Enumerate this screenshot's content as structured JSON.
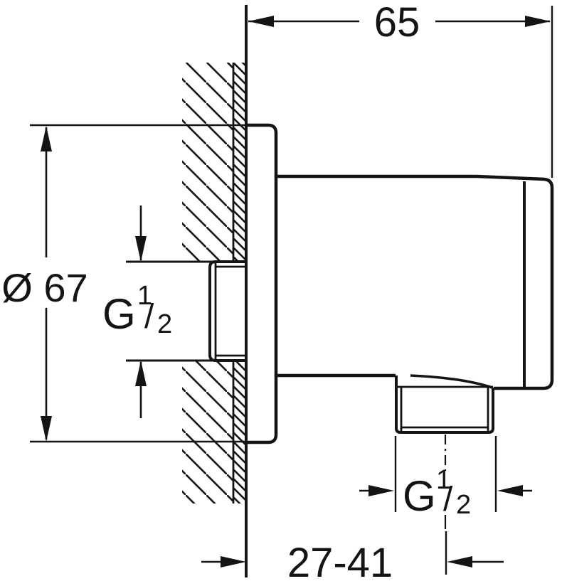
{
  "drawing": {
    "background": "#ffffff",
    "line_color": "#141414",
    "labels": {
      "top_width": "65",
      "flange_diameter": "Ø 67",
      "inlet_thread": {
        "prefix": "G",
        "numerator": "1",
        "slash": "/",
        "denominator": "2"
      },
      "outlet_thread": {
        "prefix": "G",
        "numerator": "1",
        "slash": "/",
        "denominator": "2"
      },
      "depth_range": "27-41"
    }
  }
}
